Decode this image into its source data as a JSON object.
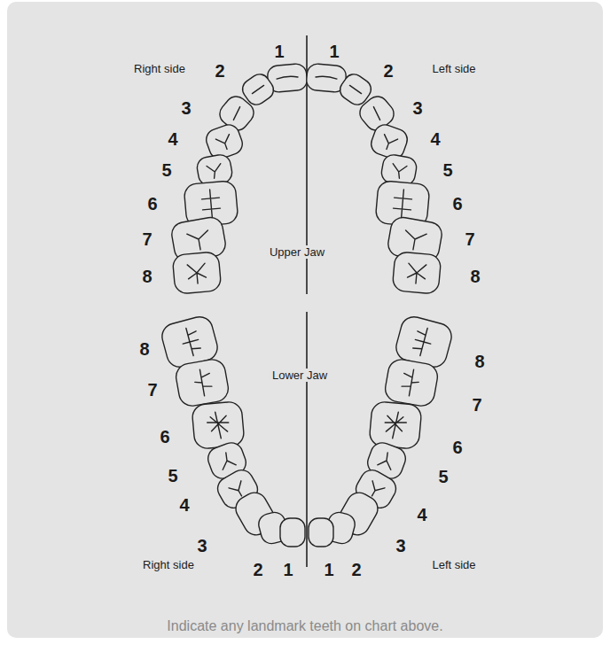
{
  "diagram": {
    "caption": "Indicate any landmark teeth on chart above.",
    "labels": [
      "Right side",
      "2",
      "1",
      "1",
      "2",
      "Left side",
      "3",
      "3",
      "4",
      "4",
      "5",
      "5",
      "6",
      "6",
      "7",
      "7",
      "8",
      "8",
      "Upper Jaw",
      "8",
      "8",
      "Lower Jaw",
      "7",
      "7",
      "6",
      "6",
      "5",
      "5",
      "4",
      "4",
      "3",
      "3",
      "Right side",
      "2",
      "1",
      "1",
      "2",
      "Left side"
    ]
  }
}
